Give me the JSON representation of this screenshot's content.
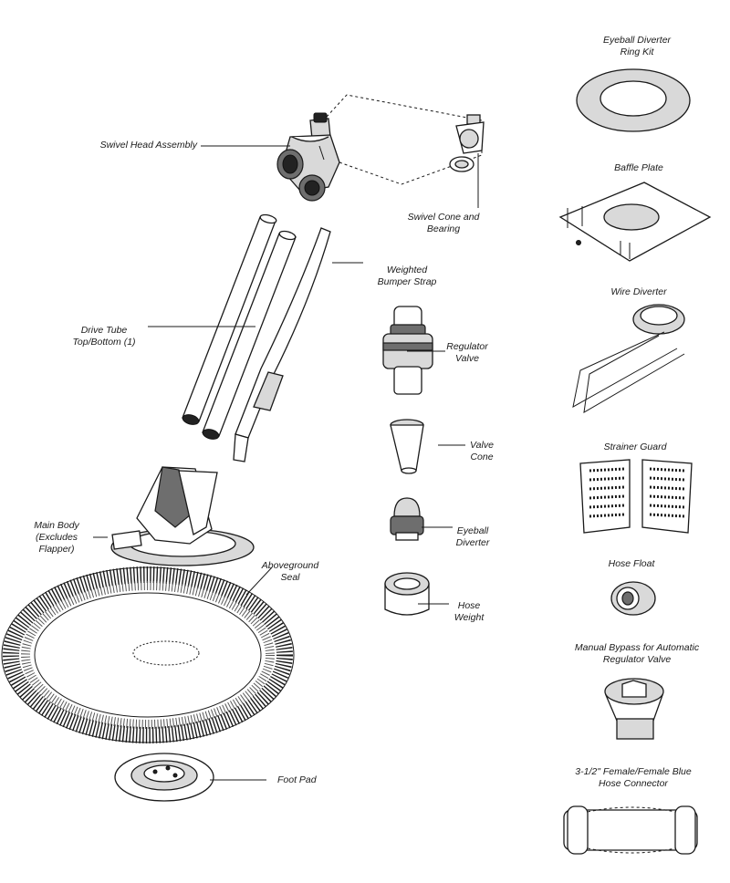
{
  "labels": {
    "swivel_head": "Swivel Head Assembly",
    "swivel_cone": "Swivel Cone and\nBearing",
    "weighted_strap": "Weighted\nBumper Strap",
    "drive_tube": "Drive Tube\nTop/Bottom (1)",
    "regulator_valve": "Regulator\nValve",
    "valve_cone": "Valve\nCone",
    "eyeball_diverter": "Eyeball\nDiverter",
    "main_body": "Main Body\n(Excludes\nFlapper)",
    "aboveground_seal": "Aboveground\nSeal",
    "hose_weight": "Hose\nWeight",
    "foot_pad": "Foot Pad",
    "ring_kit": "Eyeball Diverter\nRing Kit",
    "baffle_plate": "Baffle Plate",
    "wire_diverter": "Wire Diverter",
    "strainer_guard": "Strainer Guard",
    "hose_float": "Hose Float",
    "manual_bypass": "Manual Bypass for Automatic\nRegulator Valve",
    "hose_connector": "3-1/2\" Female/Female Blue\nHose Connector"
  }
}
